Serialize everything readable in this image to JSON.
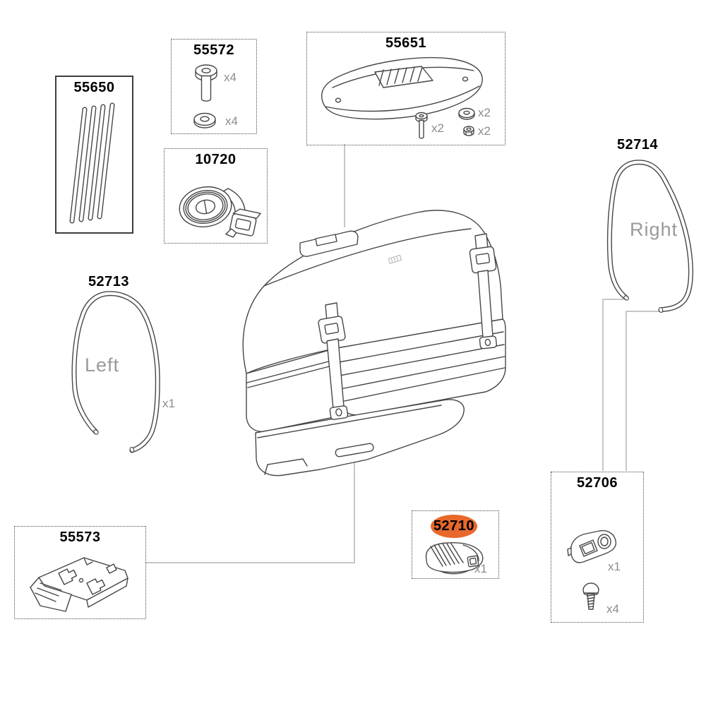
{
  "colors": {
    "line": "#474747",
    "leader": "#c7c7c7",
    "highlight": "#e8682c",
    "muted_text": "#9a9a9a",
    "qty_text": "#8c8c8c"
  },
  "parts": {
    "n55650": {
      "number": "55650"
    },
    "n55572": {
      "number": "55572",
      "bolt_qty": "x4",
      "washer_qty": "x4"
    },
    "n10720": {
      "number": "10720"
    },
    "n55651": {
      "number": "55651",
      "screw_qty": "x2",
      "washer_qty": "x2",
      "nut_qty": "x2"
    },
    "n52714": {
      "number": "52714",
      "side": "Right"
    },
    "n52713": {
      "number": "52713",
      "side": "Left",
      "qty": "x1"
    },
    "n55573": {
      "number": "55573"
    },
    "n52710": {
      "number": "52710",
      "qty": "x1",
      "highlighted": true
    },
    "n52706": {
      "number": "52706",
      "bracket_qty": "x1",
      "screw_qty": "x4"
    }
  }
}
